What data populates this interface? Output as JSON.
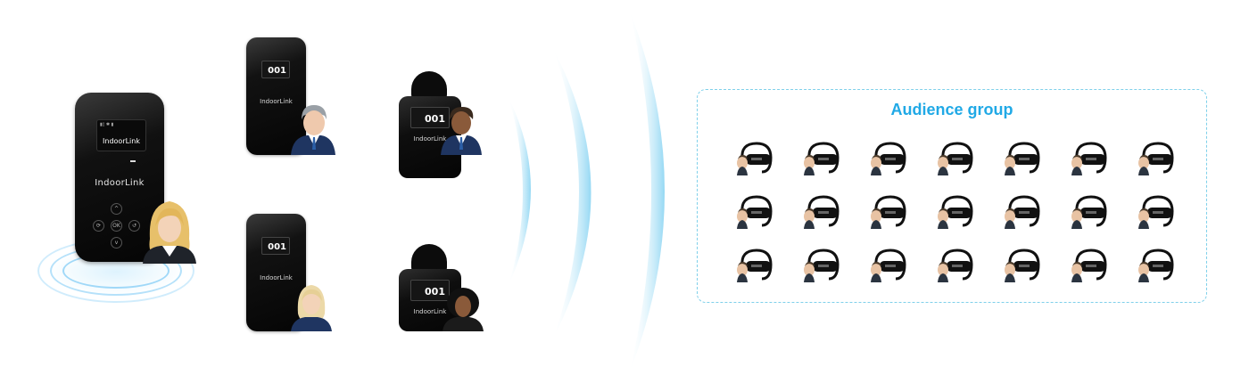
{
  "transmitter": {
    "screen_label": "IndoorLink",
    "brand": "IndoorLink",
    "buttons": [
      "^",
      "⟳",
      "OK",
      "↺",
      "v"
    ]
  },
  "devices": [
    {
      "num": "001",
      "brand": "IndoorLink",
      "style": "handheld"
    },
    {
      "num": "001",
      "brand": "IndoorLink",
      "style": "neck"
    },
    {
      "num": "001",
      "brand": "IndoorLink",
      "style": "handheld"
    },
    {
      "num": "001",
      "brand": "IndoorLink",
      "style": "neck"
    }
  ],
  "audience": {
    "title": "Audience group",
    "rows": 3,
    "columns": 7
  },
  "colors": {
    "accent": "#20a9e6",
    "wave": "#8fd6f3",
    "border": "#7fd0ea",
    "device": "#0b0b0b"
  }
}
